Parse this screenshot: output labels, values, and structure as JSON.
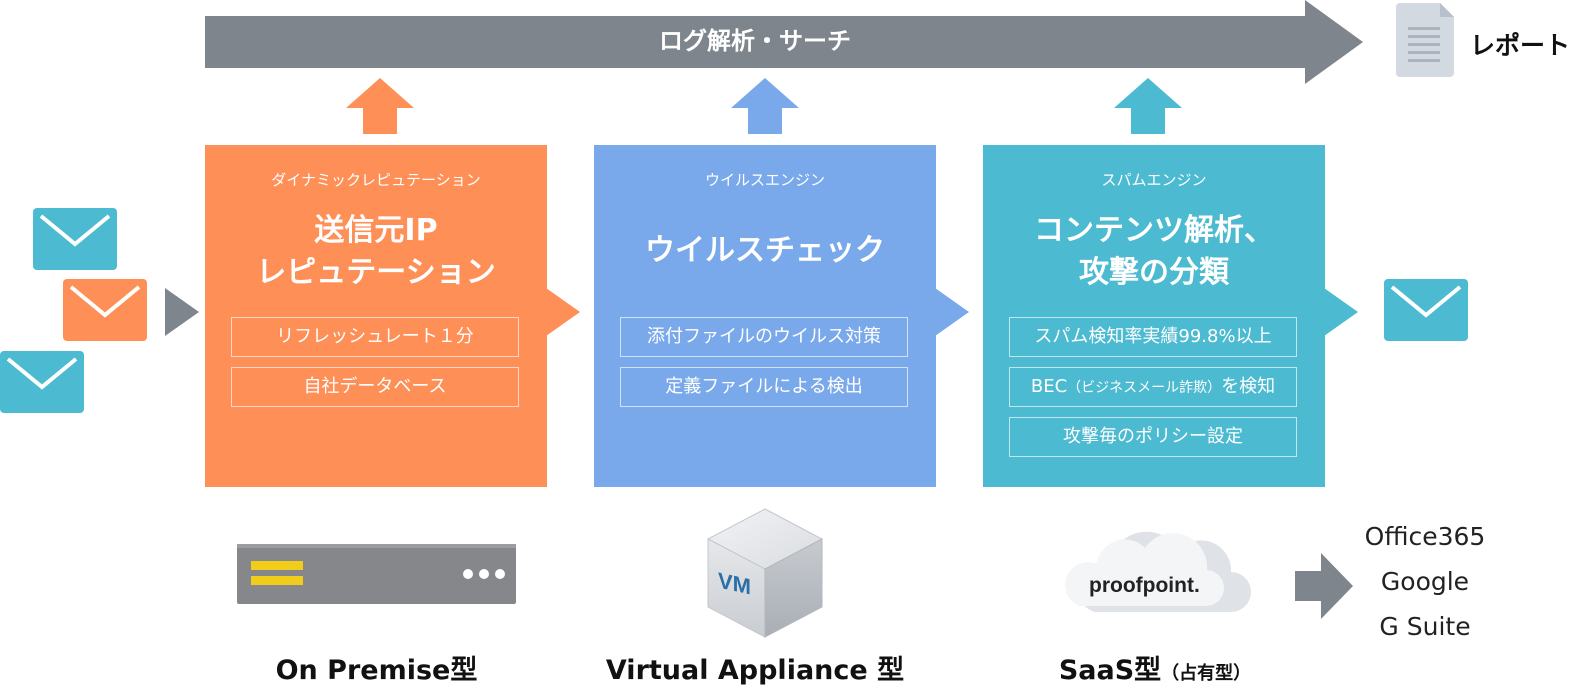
{
  "banner": {
    "label": "ログ解析・サーチ"
  },
  "report": {
    "label": "レポート"
  },
  "colors": {
    "banner": "#7f858d",
    "orange": "#fd8f57",
    "blue": "#79a9ea",
    "teal": "#4cbad0",
    "server": "#85878b",
    "server_slot": "#f2cc1a",
    "doc": "#d3d9e1"
  },
  "panels": [
    {
      "subtitle": "ダイナミックレピュテーション",
      "title_lines": [
        "送信元IP",
        "レピュテーション"
      ],
      "features": [
        "リフレッシュレート１分",
        "自社データベース"
      ]
    },
    {
      "subtitle": "ウイルスエンジン",
      "title_lines": [
        "ウイルスチェック"
      ],
      "features": [
        "添付ファイルのウイルス対策",
        "定義ファイルによる検出"
      ]
    },
    {
      "subtitle": "スパムエンジン",
      "title_lines": [
        "コンテンツ解析、",
        "攻撃の分類"
      ],
      "features": [
        "スパム検知率実績99.8%以上",
        {
          "main_pre": "BEC",
          "small": "（ビジネスメール詐欺）",
          "main_post": "を検知"
        },
        "攻撃毎のポリシー設定"
      ]
    }
  ],
  "deployments": [
    {
      "label": "On Premise型"
    },
    {
      "label": "Virtual Appliance 型",
      "icon_text": "VM"
    },
    {
      "label": "SaaS型",
      "label_small": "（占有型）",
      "icon_text": "proofpoint."
    }
  ],
  "services": [
    "Office365",
    "Google",
    "G Suite"
  ],
  "icons": {
    "incoming_mail": [
      "mail-icon",
      "mail-icon",
      "mail-icon"
    ],
    "outgoing_mail": "mail-icon",
    "report": "document-icon",
    "server": "server-icon",
    "vm": "vm-cube-icon",
    "cloud": "cloud-icon"
  }
}
